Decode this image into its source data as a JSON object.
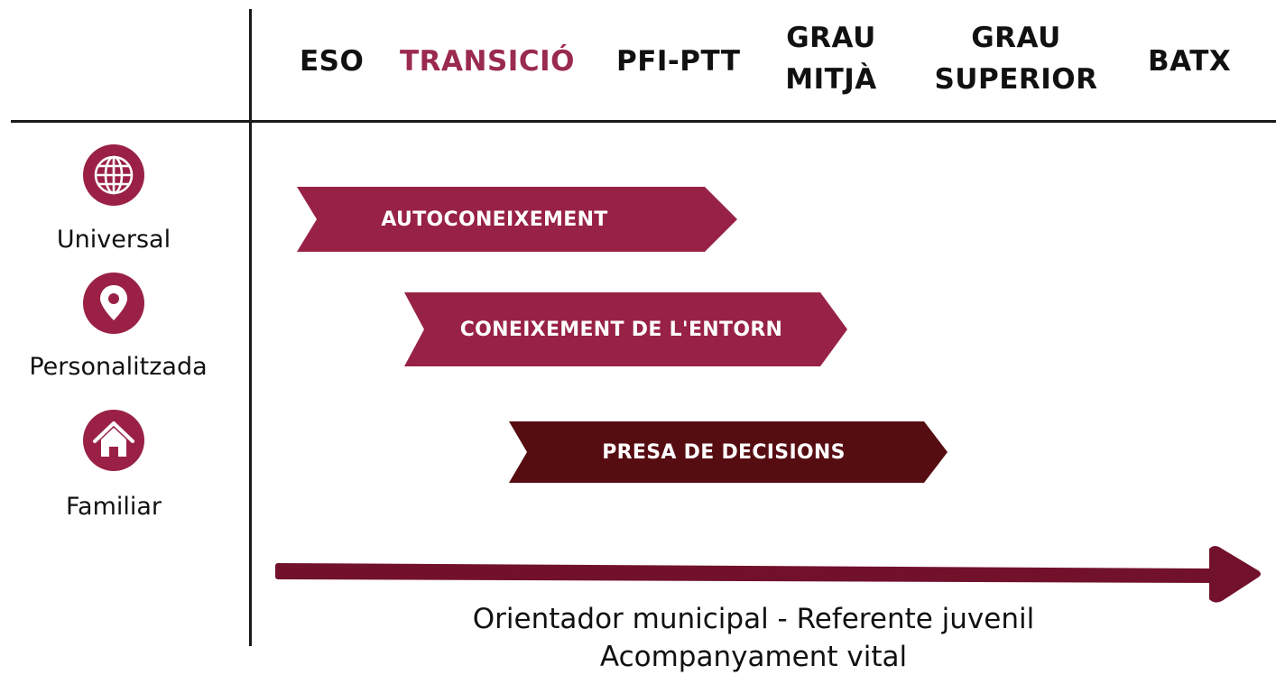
{
  "columns": {
    "eso": "ESO",
    "transicio": "TRANSICIÓ",
    "pfi": "PFI-PTT",
    "grau_mitja_1": "GRAU",
    "grau_mitja_2": "MITJÀ",
    "grau_superior_1": "GRAU",
    "grau_superior_2": "SUPERIOR",
    "batx": "BATX"
  },
  "rows": {
    "universal": {
      "label": "Universal",
      "icon": "globe-icon"
    },
    "personalitzada": {
      "label": "Personalitzada",
      "icon": "map-pin-icon"
    },
    "familiar": {
      "label": "Familiar",
      "icon": "home-icon"
    }
  },
  "bands": {
    "autoconeixement": "AUTOCONEIXEMENT",
    "entorn": "CONEIXEMENT DE L'ENTORN",
    "decisions": "PRESA DE DECISIONS"
  },
  "footer": {
    "line1": "Orientador municipal - Referente juvenil",
    "line2": "Acompanyament vital"
  },
  "colors": {
    "accent": "#9a2a4e",
    "band_primary": "#982245",
    "band_dark": "#560d12",
    "arrow": "#72112c",
    "icon": "#9a2145"
  }
}
